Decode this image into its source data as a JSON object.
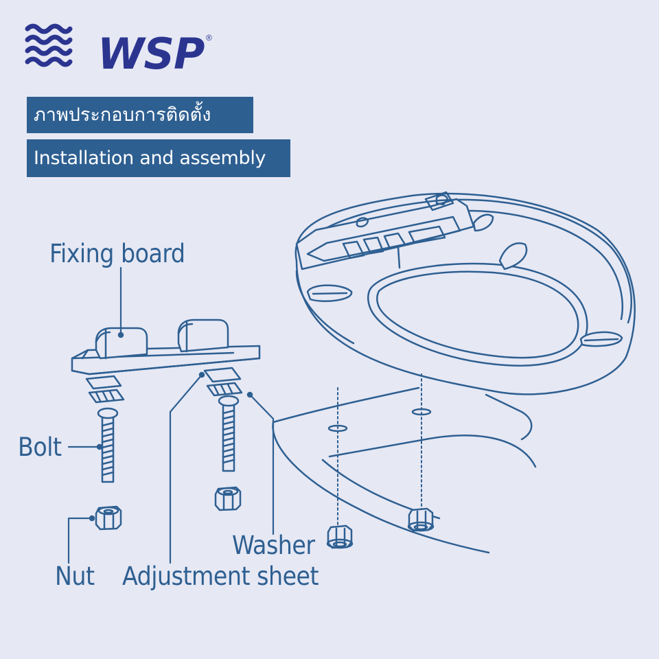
{
  "brand": {
    "name": "WSP",
    "registered_mark": "®"
  },
  "titles": {
    "thai": "ภาพประกอบการติดตั้ง",
    "english": "Installation and assembly"
  },
  "labels": {
    "fixing_board": "Fixing  board",
    "bolt": "Bolt",
    "nut": "Nut",
    "adjustment_sheet": "Adjustment  sheet",
    "washer": "Washer"
  },
  "colors": {
    "background": "#e6e8f4",
    "line": "#2e5f91",
    "title_bar": "#2e5f91",
    "logo": "#2b3590"
  }
}
